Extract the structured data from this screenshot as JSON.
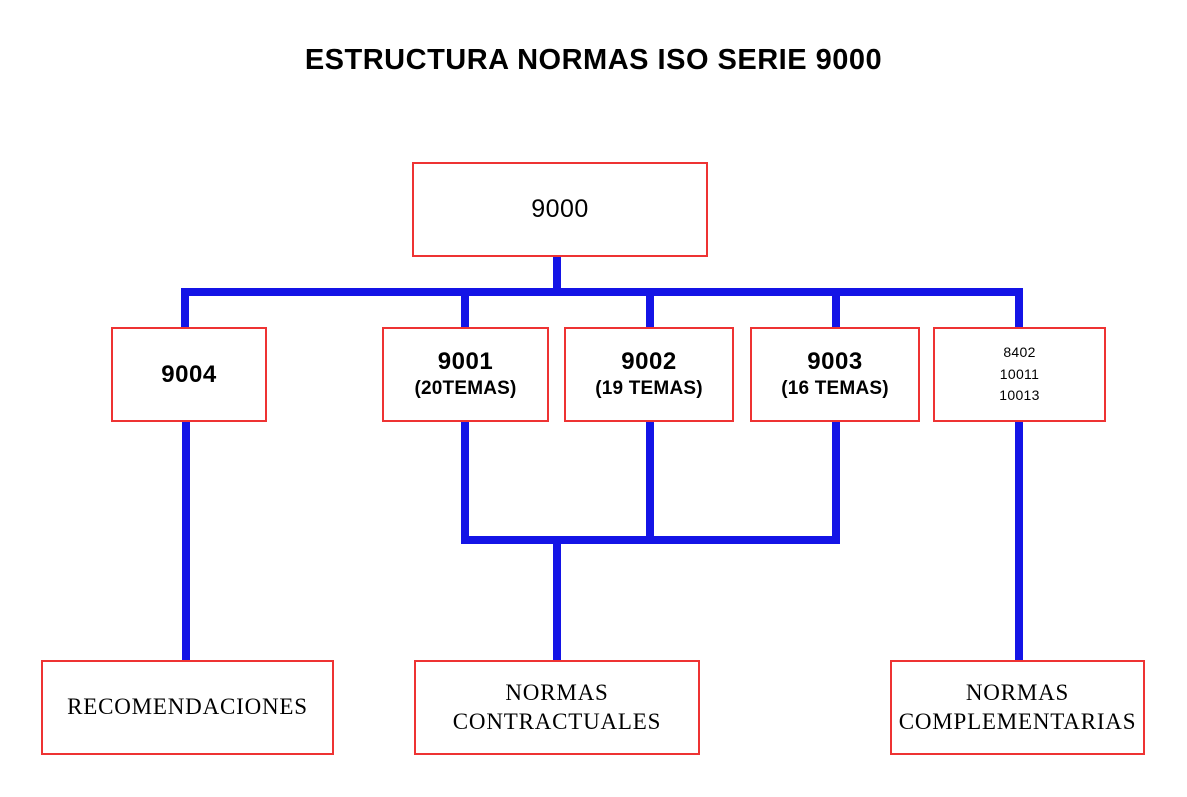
{
  "page": {
    "title": "ESTRUCTURA NORMAS ISO SERIE 9000",
    "background_color": "#ffffff",
    "box_border_color": "#ee3333",
    "connector_color": "#1414e6",
    "text_color": "#000000"
  },
  "chart_data": {
    "type": "diagram",
    "title": "ESTRUCTURA NORMAS ISO SERIE 9000",
    "nodes": [
      {
        "id": "n9000",
        "label": "9000"
      },
      {
        "id": "n9004",
        "label": "9004"
      },
      {
        "id": "n9001",
        "label": "9001",
        "sublabel": "(20TEMAS)"
      },
      {
        "id": "n9002",
        "label": "9002",
        "sublabel": "(19 TEMAS)"
      },
      {
        "id": "n9003",
        "label": "9003",
        "sublabel": "(16 TEMAS)"
      },
      {
        "id": "nother",
        "lines": [
          "8402",
          "10011",
          "10013"
        ]
      },
      {
        "id": "nrecom",
        "label": "RECOMENDACIONES"
      },
      {
        "id": "ncontr",
        "label": "NORMAS",
        "sublabel": "CONTRACTUALES"
      },
      {
        "id": "ncompl",
        "label": "NORMAS",
        "sublabel": "COMPLEMENTARIAS"
      }
    ],
    "edges": [
      {
        "from": "n9000",
        "to": "n9004"
      },
      {
        "from": "n9000",
        "to": "n9001"
      },
      {
        "from": "n9000",
        "to": "n9002"
      },
      {
        "from": "n9000",
        "to": "n9003"
      },
      {
        "from": "n9000",
        "to": "nother"
      },
      {
        "from": "n9004",
        "to": "nrecom"
      },
      {
        "from": "n9001",
        "to": "ncontr"
      },
      {
        "from": "n9002",
        "to": "ncontr"
      },
      {
        "from": "n9003",
        "to": "ncontr"
      },
      {
        "from": "nother",
        "to": "ncompl"
      }
    ]
  },
  "nodes": {
    "root": {
      "label": "9000"
    },
    "n9004": {
      "label": "9004"
    },
    "n9001": {
      "label": "9001",
      "sublabel": "(20TEMAS)"
    },
    "n9002": {
      "label": "9002",
      "sublabel": "(19 TEMAS)"
    },
    "n9003": {
      "label": "9003",
      "sublabel": "(16 TEMAS)"
    },
    "nother": {
      "line1": "8402",
      "line2": "10011",
      "line3": "10013"
    },
    "recomendaciones": {
      "label": "RECOMENDACIONES"
    },
    "contractuales": {
      "label": "NORMAS",
      "sublabel": "CONTRACTUALES"
    },
    "complementarias": {
      "label": "NORMAS",
      "sublabel": "COMPLEMENTARIAS"
    }
  }
}
